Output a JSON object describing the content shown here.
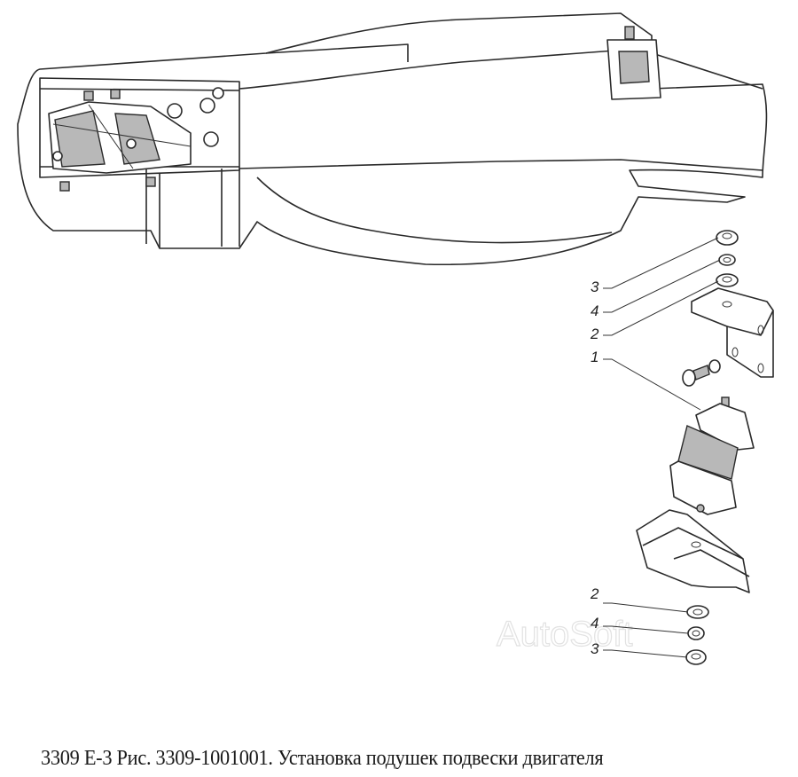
{
  "caption": "3309 Е-3 Рис. 3309-1001001. Установка подушек подвески двигателя",
  "watermark": "AutoSoft",
  "callouts": {
    "upper": [
      {
        "number": "3",
        "part": "nut"
      },
      {
        "number": "4",
        "part": "lock-washer"
      },
      {
        "number": "2",
        "part": "washer"
      },
      {
        "number": "1",
        "part": "engine-mount-cushion"
      }
    ],
    "lower": [
      {
        "number": "2",
        "part": "washer"
      },
      {
        "number": "4",
        "part": "lock-washer"
      },
      {
        "number": "3",
        "part": "nut"
      }
    ]
  }
}
